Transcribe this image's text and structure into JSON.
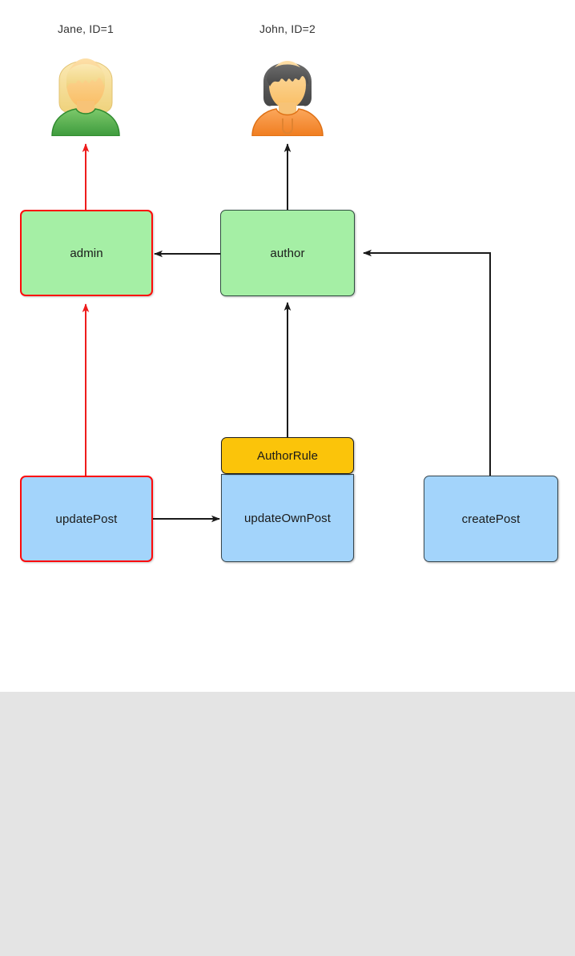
{
  "diagram": {
    "type": "rbac-hierarchy",
    "title": "",
    "background": "#ffffff",
    "footer_background": "#e4e4e4",
    "colors": {
      "role_fill": "#a5efa5",
      "permission_fill": "#a3d4fb",
      "rule_fill": "#fbc40a",
      "highlight_stroke": "#ff0a0a",
      "edge_stroke": "#1a1a1a",
      "highlight_edge_stroke": "#e8141a",
      "node_stroke": "#2f4f3f"
    },
    "users": [
      {
        "id": "jane",
        "label": "Jane, ID=1",
        "name": "Jane",
        "user_id": "1",
        "avatar": "female-avatar-blonde-green-shirt",
        "hair_color": "#f5dd9a",
        "shirt_color": "#4eaa4e",
        "skin_color": "#fbc56b"
      },
      {
        "id": "john",
        "label": "John, ID=2",
        "name": "John",
        "user_id": "2",
        "avatar": "male-avatar-darkhair-orange-hoodie",
        "hair_color": "#555555",
        "shirt_color": "#f58a30",
        "skin_color": "#fbc56b"
      }
    ],
    "roles": [
      {
        "id": "admin",
        "label": "admin",
        "highlighted": true
      },
      {
        "id": "author",
        "label": "author",
        "highlighted": false
      }
    ],
    "permissions": [
      {
        "id": "updatePost",
        "label": "updatePost",
        "highlighted": true,
        "rule": null
      },
      {
        "id": "updateOwnPost",
        "label": "updateOwnPost",
        "highlighted": false,
        "rule": "AuthorRule"
      },
      {
        "id": "createPost",
        "label": "createPost",
        "highlighted": false,
        "rule": null
      }
    ],
    "rules": [
      {
        "id": "AuthorRule",
        "label": "AuthorRule",
        "attached_to": "updateOwnPost"
      }
    ],
    "edges": [
      {
        "from": "admin",
        "to": "jane",
        "style": "highlight",
        "direction": "up"
      },
      {
        "from": "author",
        "to": "john",
        "style": "normal",
        "direction": "up"
      },
      {
        "from": "author",
        "to": "admin",
        "style": "normal",
        "direction": "left"
      },
      {
        "from": "createPost",
        "to": "author",
        "style": "normal",
        "direction": "up-left"
      },
      {
        "from": "updateOwnPost",
        "to": "author",
        "style": "normal",
        "direction": "up"
      },
      {
        "from": "updatePost",
        "to": "admin",
        "style": "highlight",
        "direction": "up"
      },
      {
        "from": "updatePost",
        "to": "updateOwnPost",
        "style": "normal",
        "direction": "right"
      }
    ]
  }
}
